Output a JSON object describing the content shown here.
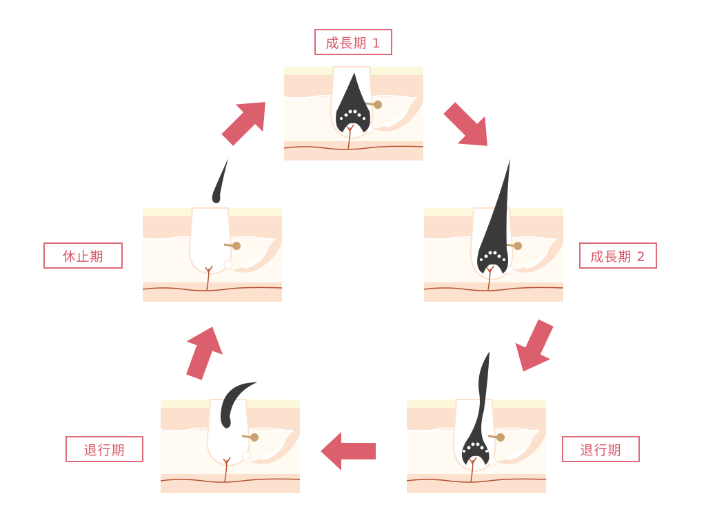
{
  "title": "Hair growth cycle",
  "colors": {
    "accent": "#dc5f6e",
    "hair": "#3a3a3a",
    "skin": "#fde1cf",
    "dermis": "#fffbf2",
    "line": "#b4512e"
  },
  "stages": [
    {
      "id": "growth1",
      "label": "成長期 1"
    },
    {
      "id": "growth2",
      "label": "成長期 2"
    },
    {
      "id": "regression_a",
      "label": "退行期"
    },
    {
      "id": "regression_b",
      "label": "退行期"
    },
    {
      "id": "resting",
      "label": "休止期"
    }
  ]
}
